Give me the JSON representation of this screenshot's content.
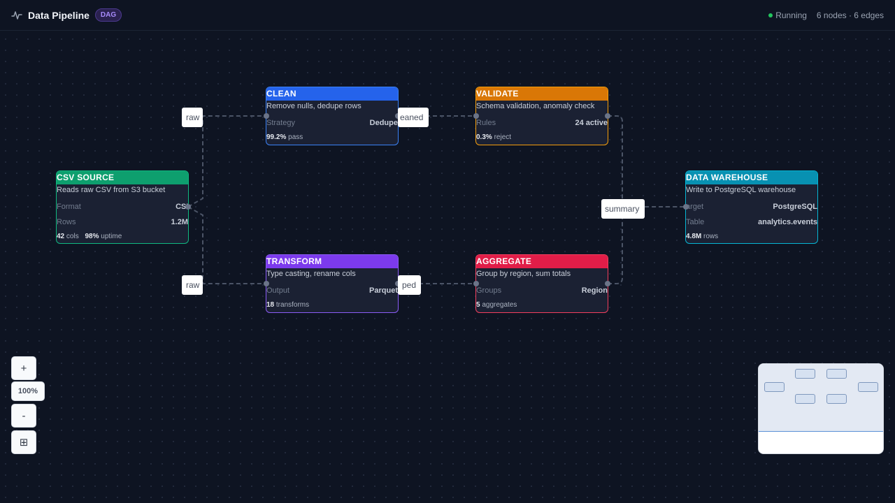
{
  "header": {
    "title": "Data Pipeline",
    "badge": "DAG",
    "status": "Running",
    "stats": "6 nodes · 6 edges",
    "status_color": "#22c55e"
  },
  "nodes": {
    "csv": {
      "title": "CSV SOURCE",
      "desc": "Reads raw CSV from S3 bucket",
      "row1_key": "Format",
      "row1_val": "CS'",
      "row2_key": "Rows",
      "row2_val": "1.2M",
      "foot1_val": "42",
      "foot1_text": "cols",
      "foot2_val": "98%",
      "foot2_text": "uptime",
      "color": "#0e9f6e"
    },
    "clean": {
      "title": "CLEAN",
      "desc": "Remove nulls, dedupe rows",
      "row1_key": "Strategy",
      "row1_val": "Dedupe",
      "foot1_val": "99.2%",
      "foot1_text": "pass",
      "color": "#2563eb"
    },
    "transform": {
      "title": "TRANSFORM",
      "desc": "Type casting, rename cols",
      "row1_key": "Output",
      "row1_val": "Parquet",
      "foot1_val": "18",
      "foot1_text": "transforms",
      "color": "#7c3aed"
    },
    "validate": {
      "title": "VALIDATE",
      "desc": "Schema validation, anomaly check",
      "row1_key": "Rules",
      "row1_val": "24 active",
      "foot1_val": "0.3%",
      "foot1_text": "reject",
      "color": "#d97706"
    },
    "aggregate": {
      "title": "AGGREGATE",
      "desc": "Group by region, sum totals",
      "row1_key": "Groups",
      "row1_val": "Region",
      "foot1_val": "5",
      "foot1_text": "aggregates",
      "color": "#e11d48"
    },
    "warehouse": {
      "title": "DATA WAREHOUSE",
      "desc": "Write to PostgreSQL warehouse",
      "row1_key": "arget",
      "row1_val": "PostgreSQL",
      "row2_key": "Table",
      "row2_val": "analytics.events",
      "foot1_val": "4.8M",
      "foot1_text": "rows",
      "color": "#0891b2"
    }
  },
  "edges": {
    "raw_top": "raw",
    "raw_bottom": "raw",
    "cleaned": "eaned",
    "typed": "ped",
    "summary": "summary"
  },
  "zoom": {
    "in_label": "+",
    "level": "100%",
    "out_label": "-",
    "fit_label": "⊞"
  }
}
